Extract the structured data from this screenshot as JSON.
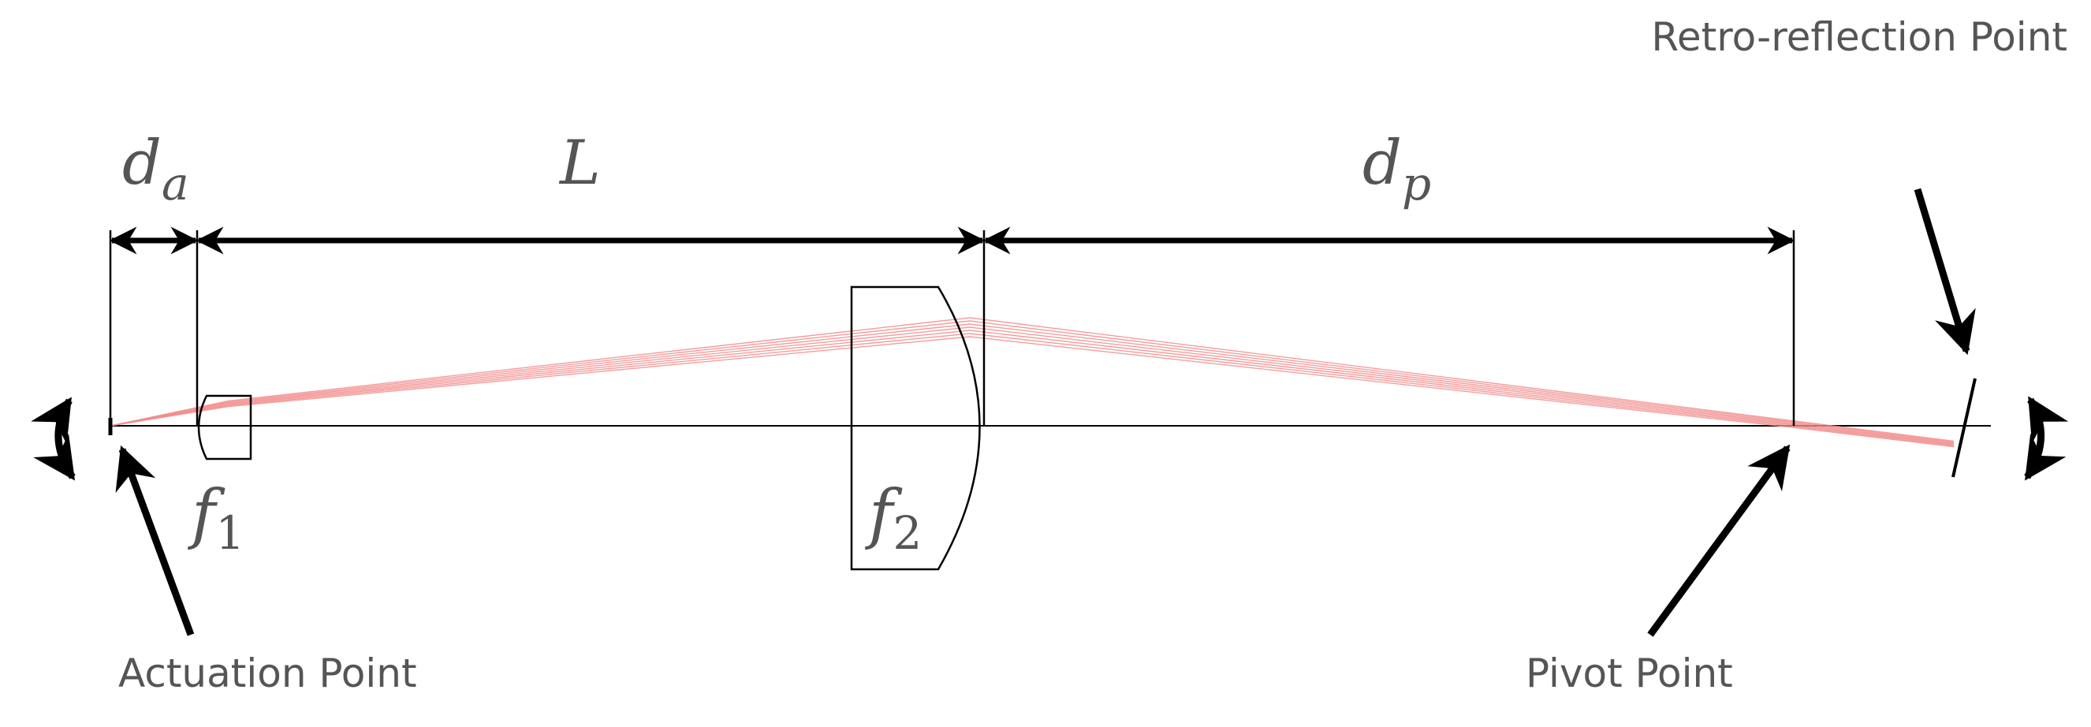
{
  "labels": {
    "retro_reflection_point": "Retro-reflection Point",
    "actuation_point": "Actuation Point",
    "pivot_point": "Pivot Point"
  },
  "symbols": {
    "d_a": {
      "base": "d",
      "sub": "a"
    },
    "L": {
      "base": "L"
    },
    "d_p": {
      "base": "d",
      "sub": "p"
    },
    "f1": {
      "base": "f",
      "sub": "1"
    },
    "f2": {
      "base": "f",
      "sub": "2"
    }
  },
  "colors": {
    "text": "#555555",
    "lines": "#000000",
    "rays": "#f28c8c"
  }
}
